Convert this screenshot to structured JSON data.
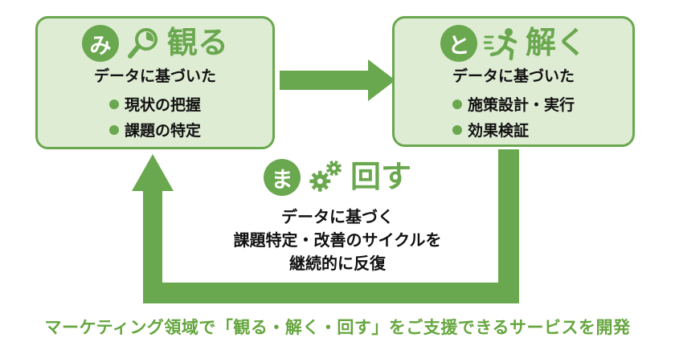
{
  "colors": {
    "accent_green": "#6aa84f",
    "box_fill": "#dfecd4",
    "text_dark": "#111111",
    "background": "#ffffff"
  },
  "boxes": {
    "miru": {
      "badge": "み",
      "icon": "magnifier-chart-icon",
      "title": "観る",
      "subtitle": "データに基づいた",
      "bullets": [
        "現状の把握",
        "課題の特定"
      ]
    },
    "toku": {
      "badge": "と",
      "icon": "runner-icon",
      "title": "解く",
      "subtitle": "データに基づいた",
      "bullets": [
        "施策設計・実行",
        "効果検証"
      ]
    }
  },
  "center": {
    "badge": "ま",
    "icon": "gears-icon",
    "title": "回す",
    "lines": [
      "データに基づく",
      "課題特定・改善のサイクルを",
      "継続的に反復"
    ]
  },
  "footer": "マーケティング領域で「観る・解く・回す」をご支援できるサービスを開発"
}
